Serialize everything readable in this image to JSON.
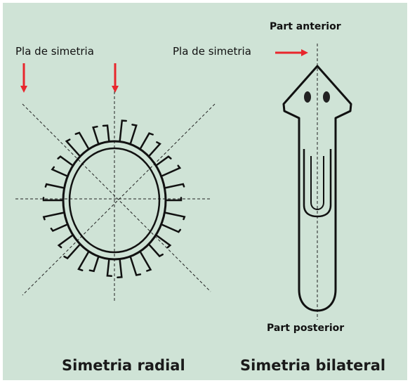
{
  "labels": {
    "plane_left": "Pla de simetria",
    "plane_right": "Pla de simetria",
    "part_anterior": "Part anterior",
    "part_posterior": "Part posterior",
    "caption_radial": "Simetria radial",
    "caption_bilateral": "Simetria bilateral"
  },
  "colors": {
    "background": "#cfe3d6",
    "arrow": "#e8262c",
    "ink": "#111111",
    "eye": "#222222"
  }
}
